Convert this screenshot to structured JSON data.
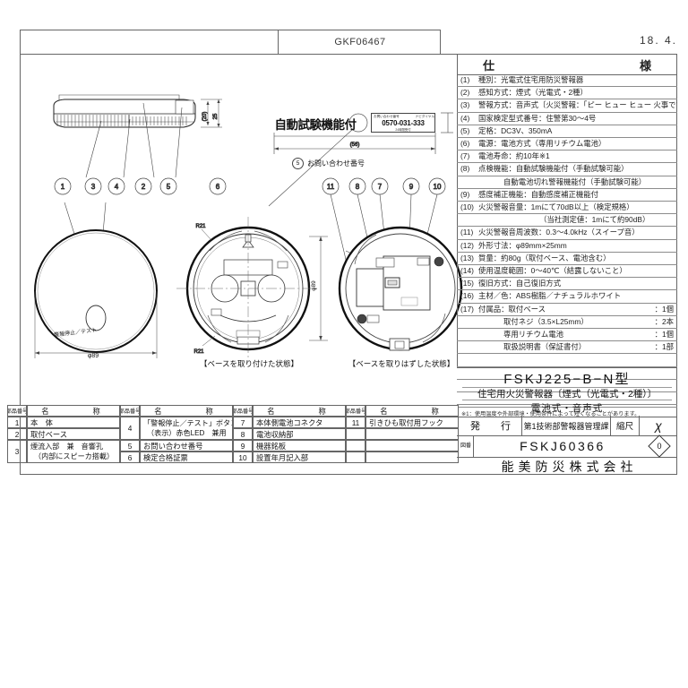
{
  "header": {
    "drawing_code": "GKF06467",
    "date": "18. 4."
  },
  "spec": {
    "title": "仕　　　　様",
    "rows": [
      {
        "index": "(1)",
        "text": "種別：光電式住宅用防災警報器",
        "suffix": ""
      },
      {
        "index": "(2)",
        "text": "感知方式：煙式（光電式・2種）",
        "suffix": ""
      },
      {
        "index": "(3)",
        "text": "警報方式：音声式〔火災警報：「ピー ヒュー ヒュー 火事です 火事です」〕",
        "suffix": ""
      },
      {
        "index": "(4)",
        "text": "国家検定型式番号：住警第30〜4号",
        "suffix": ""
      },
      {
        "index": "(5)",
        "text": "定格：DC3V、350mA",
        "suffix": ""
      },
      {
        "index": "(6)",
        "text": "電源：電池方式（専用リチウム電池）",
        "suffix": ""
      },
      {
        "index": "(7)",
        "text": "電池寿命：約10年※1",
        "suffix": ""
      },
      {
        "index": "(8)",
        "text": "点検機能：自動試験機能付（手動試験可能）",
        "suffix": ""
      },
      {
        "index": "",
        "text": "自動電池切れ警報機能付（手動試験可能）",
        "suffix": "",
        "indent": 1
      },
      {
        "index": "(9)",
        "text": "感度補正機能：自動感度補正機能付",
        "suffix": ""
      },
      {
        "index": "(10)",
        "text": "火災警報音量：1mにて70dB以上（検定規格）",
        "suffix": ""
      },
      {
        "index": "",
        "text": "（当社測定値：1mにて約90dB）",
        "suffix": "",
        "indent": 2
      },
      {
        "index": "(11)",
        "text": "火災警報音周波数：0.3〜4.0kHz（スイープ音）",
        "suffix": ""
      },
      {
        "index": "(12)",
        "text": "外形寸法：φ89mm×25mm",
        "suffix": ""
      },
      {
        "index": "(13)",
        "text": "質量：約80g（取付ベース、電池含む）",
        "suffix": ""
      },
      {
        "index": "(14)",
        "text": "使用温度範囲：0〜40℃（結露しないこと）",
        "suffix": ""
      },
      {
        "index": "(15)",
        "text": "復旧方式：自己復旧方式",
        "suffix": ""
      },
      {
        "index": "(16)",
        "text": "主材／色：ABS樹脂／ナチュラルホワイト",
        "suffix": ""
      },
      {
        "index": "(17)",
        "text": "付属品：取付ベース",
        "suffix": "：1個"
      },
      {
        "index": "",
        "text": "取付ネジ（3.5×L25mm）",
        "suffix": "：2本",
        "indent": 1
      },
      {
        "index": "",
        "text": "専用リチウム電池",
        "suffix": "：1個",
        "indent": 1
      },
      {
        "index": "",
        "text": "取扱説明書（保証書付）",
        "suffix": "：1部",
        "indent": 1
      },
      {
        "index": "",
        "text": "",
        "suffix": ""
      },
      {
        "index": "",
        "text": "",
        "suffix": ""
      },
      {
        "index": "",
        "text": "",
        "suffix": ""
      },
      {
        "index": "",
        "text": "",
        "suffix": ""
      }
    ],
    "footnote": "※1：使用温度や外部環境・使用条件によって短くなることがあります。"
  },
  "model": {
    "name": "FSKJ225−B−N型",
    "subtitle1": "住宅用火災警報器〔煙式（光電式・2種）〕",
    "subtitle2": "電池式・音声式"
  },
  "title_block": {
    "issue_label": "発　行",
    "department": "第1技術部警報器管理課",
    "scale_label": "縮尺",
    "scale_value": "χ",
    "drawing_no_label": "図番",
    "drawing_no": "FSKJ60366",
    "revision": "0",
    "company": "能美防災株式会社"
  },
  "parts_list": {
    "headers": {
      "no": "部品番号",
      "name": "名　　　称"
    },
    "columns": [
      [
        {
          "no": "1",
          "name": "本　体",
          "name2": ""
        },
        {
          "no": "2",
          "name": "取付ベース",
          "name2": ""
        },
        {
          "no": "3",
          "name": "煙流入部　兼　音響孔",
          "name2": "（内部にスピーカ搭載）"
        }
      ],
      [
        {
          "no": "4",
          "name": "「警報停止／テスト」ボタン",
          "name2": "（表示）赤色LED　兼用"
        },
        {
          "no": "5",
          "name": "お問い合わせ番号",
          "name2": ""
        },
        {
          "no": "6",
          "name": "検定合格証票",
          "name2": ""
        }
      ],
      [
        {
          "no": "7",
          "name": "本体側電池コネクタ",
          "name2": ""
        },
        {
          "no": "8",
          "name": "電池収納部",
          "name2": ""
        },
        {
          "no": "9",
          "name": "機器銘板",
          "name2": ""
        },
        {
          "no": "10",
          "name": "設置年月記入部",
          "name2": ""
        }
      ],
      [
        {
          "no": "11",
          "name": "引きひも取付用フック",
          "name2": ""
        },
        {
          "no": "",
          "name": "",
          "name2": ""
        },
        {
          "no": "",
          "name": "",
          "name2": ""
        },
        {
          "no": "",
          "name": "",
          "name2": ""
        }
      ]
    ]
  },
  "drawing": {
    "auto_test_label": "自動試験機能付",
    "phone_box": {
      "top_left": "お問い合わせ番号",
      "top_right": "ナビダイヤル",
      "number": "0570-031-333",
      "bottom": "24時間受付"
    },
    "callout5_label": "お問い合わせ番号",
    "callout5_num": "5",
    "test_button_label": "警報停止／テスト",
    "dim_diameter_front": "φ89",
    "dim_diameter_base": "φ89",
    "dim_width_label": "(56)",
    "dim_height_1": "25",
    "dim_height_2": "(20)",
    "radius_label_1": "R21",
    "radius_label_2": "R21",
    "caption_base_on": "【ベースを取り付けた状態】",
    "caption_base_off": "【ベースを取りはずした状態】",
    "callouts_left": [
      "1",
      "3",
      "4",
      "2",
      "5"
    ],
    "callout_six": "6",
    "callouts_right": [
      "11",
      "8",
      "7",
      "9",
      "10"
    ]
  }
}
